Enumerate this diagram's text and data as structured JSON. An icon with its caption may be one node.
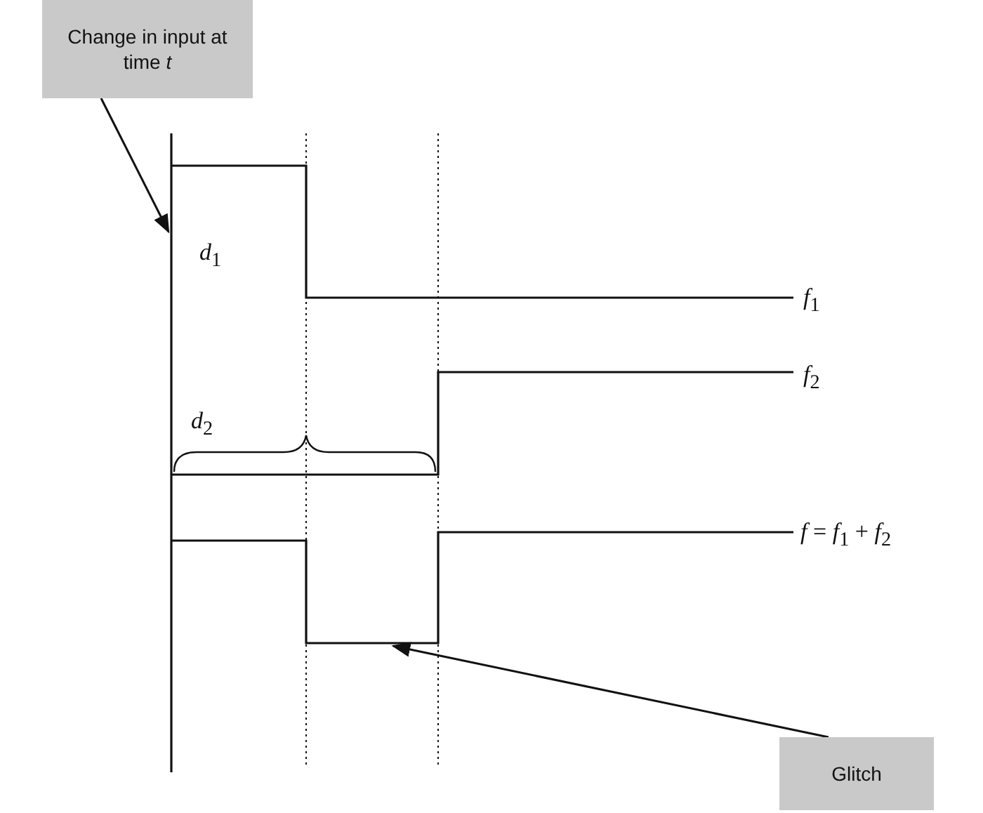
{
  "diagram": {
    "nodes": [
      {
        "text": [
          "Change in input at time *t*"
        ]
      },
      {
        "text": [
          "Glitch"
        ]
      }
    ],
    "edges": [
      {
        "from": 0,
        "to": null,
        "arrow": "to"
      },
      {
        "from": 1,
        "to": null,
        "arrow": "to"
      }
    ],
    "labels": [
      "*d*$_{1}$",
      "*d*$_{2}$",
      "*f*$_{1}$",
      "*f*$_{2}$",
      "*f* = *f*$_{1}$ + *f*$_{2}$"
    ]
  }
}
